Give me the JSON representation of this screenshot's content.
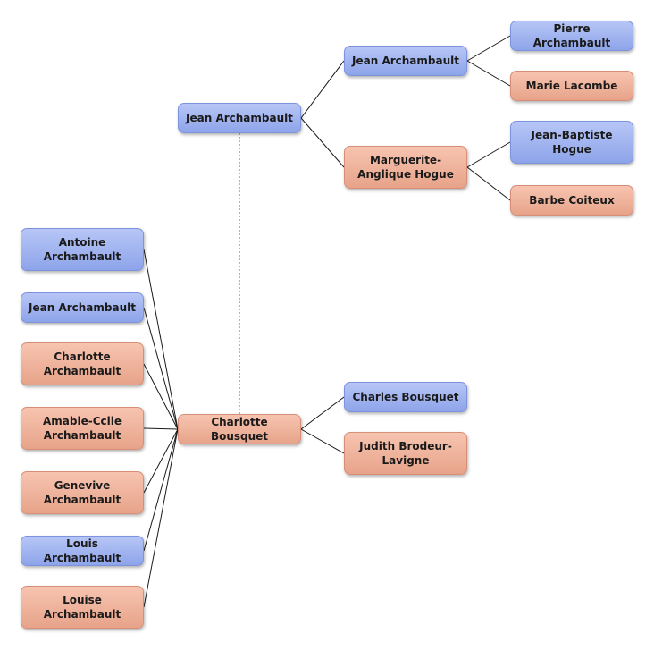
{
  "colors": {
    "male": "#9db0ef",
    "female": "#eeb19b"
  },
  "people": {
    "focus_father": {
      "name": "Jean Archambault",
      "sex": "male"
    },
    "focus_mother": {
      "name": "Charlotte Bousquet",
      "sex": "female"
    },
    "paternal_grandfather": {
      "name": "Jean Archambault",
      "sex": "male"
    },
    "paternal_grandmother": {
      "name": "Marguerite-Anglique Hogue",
      "sex": "female"
    },
    "ggf_1": {
      "name": "Pierre Archambault",
      "sex": "male"
    },
    "ggm_1": {
      "name": "Marie Lacombe",
      "sex": "female"
    },
    "ggf_2": {
      "name": "Jean-Baptiste Hogue",
      "sex": "male"
    },
    "ggm_2": {
      "name": "Barbe Coiteux",
      "sex": "female"
    },
    "maternal_grandfather": {
      "name": "Charles Bousquet",
      "sex": "male"
    },
    "maternal_grandmother": {
      "name": "Judith Brodeur-Lavigne",
      "sex": "female"
    }
  },
  "children": [
    {
      "name": "Antoine Archambault",
      "sex": "male"
    },
    {
      "name": "Jean Archambault",
      "sex": "male"
    },
    {
      "name": "Charlotte Archambault",
      "sex": "female"
    },
    {
      "name": "Amable-Ccile Archambault",
      "sex": "female"
    },
    {
      "name": "Genevive Archambault",
      "sex": "female"
    },
    {
      "name": "Louis Archambault",
      "sex": "male"
    },
    {
      "name": "Louise Archambault",
      "sex": "female"
    }
  ]
}
